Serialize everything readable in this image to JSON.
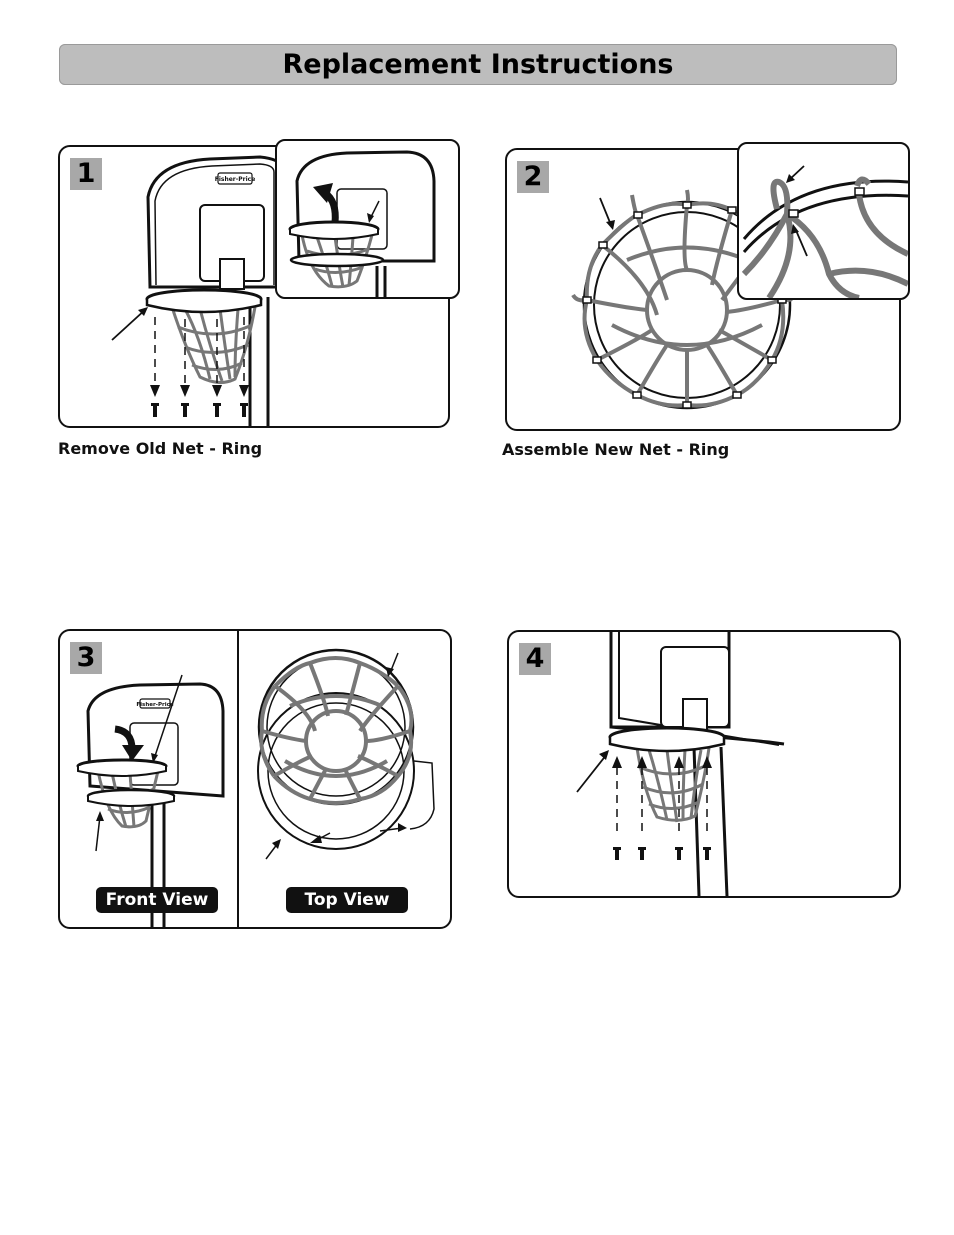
{
  "header": {
    "title": "Replacement Instructions"
  },
  "steps": [
    {
      "number": "1",
      "caption": "Remove Old Net - Ring",
      "brand": "Fisher-Price"
    },
    {
      "number": "2",
      "caption": "Assemble New Net - Ring"
    },
    {
      "number": "3",
      "front_view_label": "Front View",
      "top_view_label": "Top View",
      "brand": "Fisher-Price"
    },
    {
      "number": "4"
    }
  ]
}
